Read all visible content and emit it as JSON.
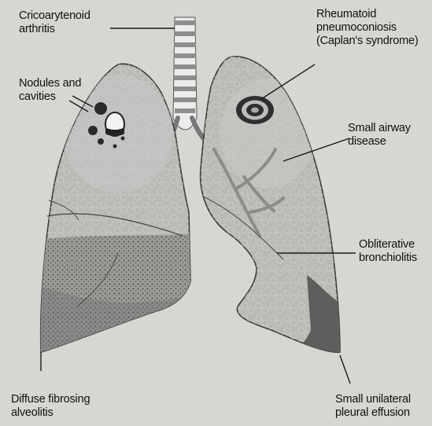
{
  "labels": {
    "cricoarytenoid": "Cricoarytenoid\narthritis",
    "nodules": "Nodules and\ncavities",
    "rheumatoid": "Rheumatoid\npneumoconiosis\n(Caplan's syndrome)",
    "small_airway": "Small airway\ndisease",
    "obliterative": "Obliterative\nbronchiolitis",
    "diffuse": "Diffuse fibrosing\nalveolitis",
    "effusion": "Small unilateral\npleural effusion"
  },
  "colors": {
    "background": "#d6d6d3",
    "lung_fill": "#b9b9b6",
    "lung_outline": "#3a3a3a",
    "trachea_dark": "#8e8e8c",
    "trachea_light": "#ececea",
    "fibrosis": "#8a8a87",
    "effusion": "#5e5e5c",
    "leader_line": "#1a1a1a"
  }
}
